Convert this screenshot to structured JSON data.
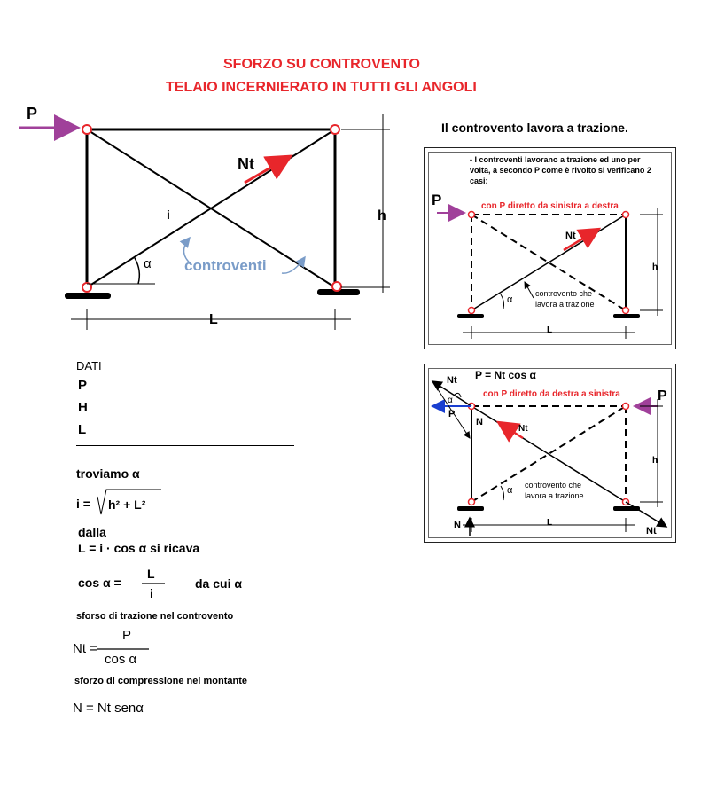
{
  "title": {
    "line1": "SFORZO SU CONTROVENTO",
    "line2": "TELAIO INCERNIERATO  IN TUTTI GLI ANGOLI"
  },
  "main_frame": {
    "load_label": "P",
    "tension_label": "Nt",
    "diag_label": "i",
    "angle_label": "α",
    "bracing_label": "controventi",
    "height_label": "h",
    "length_label": "L"
  },
  "caption": "Il controvento  lavora a trazione.",
  "panel1": {
    "note_line1": "- I controventi lavorano a trazione ed uno per",
    "note_line2": "volta, a secondo P come è rivolto si verificano 2",
    "note_line3": "casi:",
    "case_label": "con P diretto da sinistra a destra",
    "load_label": "P",
    "tension_label": "Nt",
    "height_label": "h",
    "length_label": "L",
    "angle_label": "α",
    "bracing_line1": "controvento che",
    "bracing_line2": "lavora a trazione"
  },
  "panel2": {
    "formula": "P = Nt cos α",
    "case_label": "con P diretto da destra a sinistra",
    "load_label": "P",
    "tension_label": "Nt",
    "compression_label": "N",
    "height_label": "h",
    "length_label": "L",
    "angle_label": "α",
    "bracing_line1": "controvento che",
    "bracing_line2": "lavora a trazione"
  },
  "data_section": {
    "header": "DATI",
    "items": [
      "P",
      "H",
      "L"
    ]
  },
  "calc": {
    "find_angle": "troviamo  α",
    "i_eq": "i =",
    "i_expr": "h² +  L²",
    "from": "dalla",
    "l_eq": "L = i · cos  α   si ricava",
    "cos_lhs": "cos  α  =",
    "cos_num": "L",
    "cos_den": "i",
    "from_which": "da cui    α",
    "tension_desc": "sforso di trazione nel controvento",
    "nt_lhs": "Nt =",
    "nt_num": "P",
    "nt_den": "cos  α",
    "compression_desc": "sforzo di compressione  nel montante",
    "n_eq": "N = Nt senα"
  },
  "colors": {
    "title_red": "#e8262b",
    "load_arrow": "#a0409a",
    "bracing_label": "#7a9cc8",
    "blue_arrow": "#1a3fd0"
  }
}
